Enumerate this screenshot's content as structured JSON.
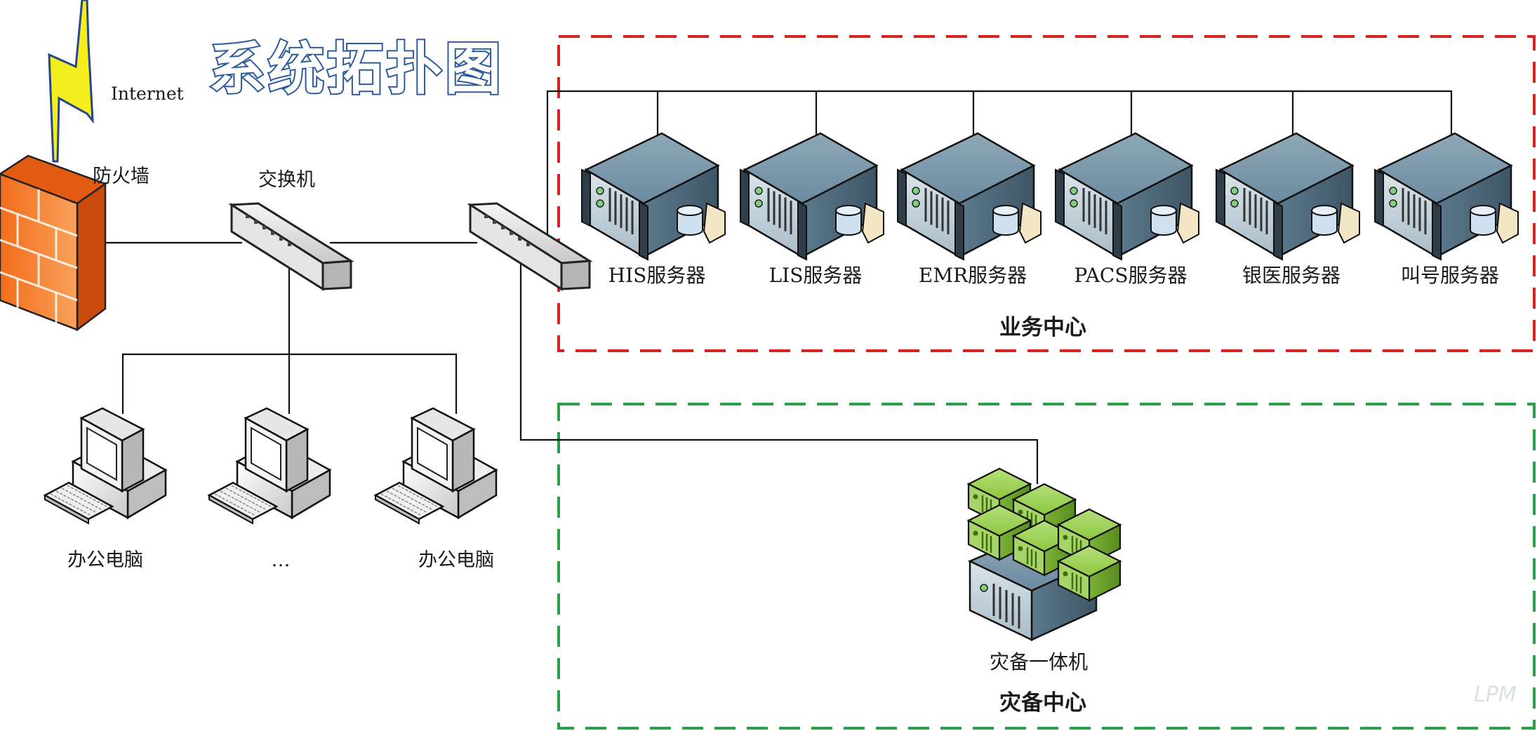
{
  "title": "系统拓扑图",
  "internet_label": "Internet",
  "firewall": {
    "label": "防火墙"
  },
  "switch": {
    "label": "交换机"
  },
  "business_center": {
    "label": "业务中心",
    "border_color": "#d9211d",
    "servers": [
      {
        "label": "HIS服务器"
      },
      {
        "label": "LIS服务器"
      },
      {
        "label": "EMR服务器"
      },
      {
        "label": "PACS服务器"
      },
      {
        "label": "银医服务器"
      },
      {
        "label": "叫号服务器"
      }
    ]
  },
  "disaster_center": {
    "label": "灾备中心",
    "border_color": "#2aa049",
    "device_label": "灾备一体机"
  },
  "clients": [
    {
      "label": "办公电脑"
    },
    {
      "label": "…"
    },
    {
      "label": "办公电脑"
    }
  ],
  "colors": {
    "firewall": "#f07a2c",
    "lightning": "#f4ee1f",
    "title_fill": "#ffffff",
    "title_stroke": "#2a5aa0",
    "server_body": "#5f7f93",
    "backup_body": "#8cc63f",
    "line": "#111111"
  }
}
